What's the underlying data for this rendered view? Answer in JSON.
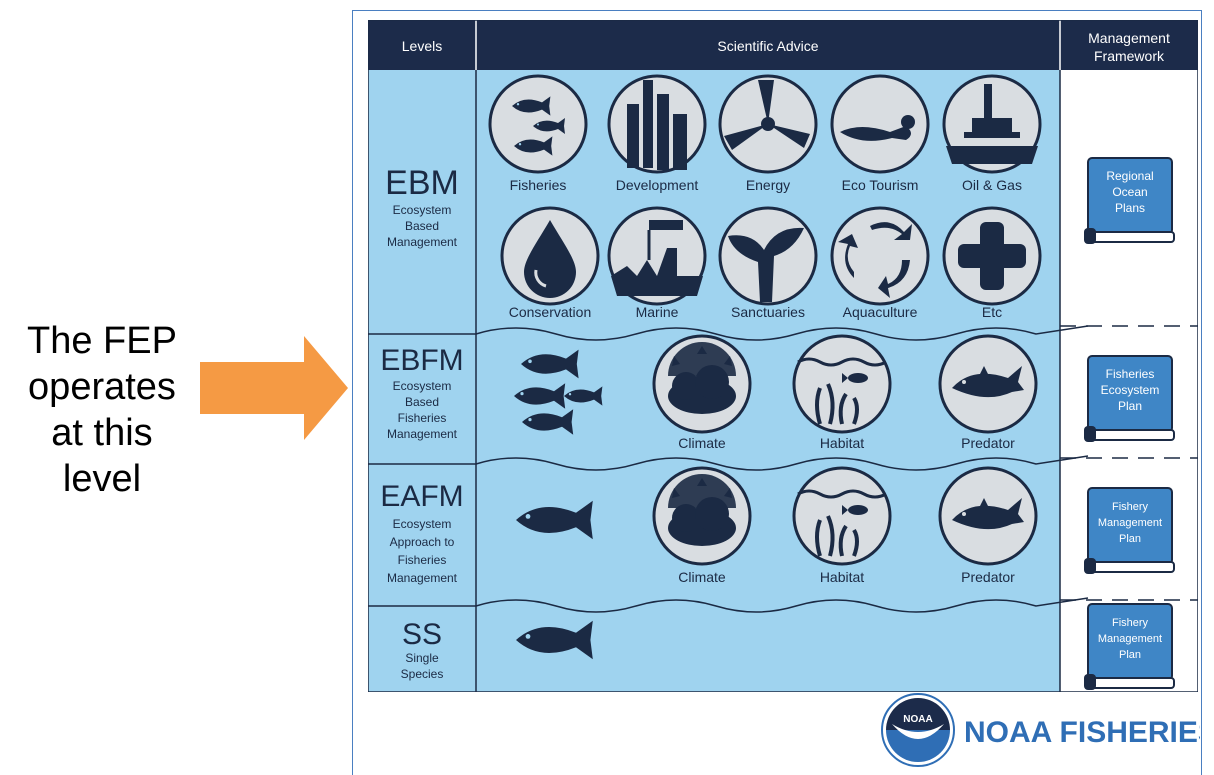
{
  "callout": {
    "line1": "The FEP",
    "line2": "operates",
    "line3": "at this",
    "line4": "level"
  },
  "header": {
    "levels": "Levels",
    "advice": "Scientific Advice",
    "mgmt_line1": "Management",
    "mgmt_line2": "Framework"
  },
  "levels": [
    {
      "abbr": "EBM",
      "desc": [
        "Ecosystem",
        "Based",
        "Management"
      ]
    },
    {
      "abbr": "EBFM",
      "desc": [
        "Ecosystem",
        "Based",
        "Fisheries",
        "Management"
      ]
    },
    {
      "abbr": "EAFM",
      "desc": [
        "Ecosystem",
        "Approach to",
        "Fisheries",
        "Management"
      ]
    },
    {
      "abbr": "SS",
      "desc": [
        "Single",
        "Species"
      ]
    }
  ],
  "ebm_icons": {
    "row1": [
      "Fisheries",
      "Development",
      "Energy",
      "Eco Tourism",
      "Oil & Gas"
    ],
    "row2": [
      "Conservation",
      "Marine",
      "Sanctuaries",
      "Aquaculture",
      "Etc"
    ]
  },
  "ecosystem_icons": [
    "Climate",
    "Habitat",
    "Predator"
  ],
  "plans": [
    [
      "Regional",
      "Ocean",
      "Plans"
    ],
    [
      "Fisheries",
      "Ecosystem",
      "Plan"
    ],
    [
      "Fishery",
      "Management",
      "Plan"
    ],
    [
      "Fishery",
      "Management",
      "Plan"
    ]
  ],
  "logo": {
    "text": "NOAA FISHERIES",
    "badge": "NOAA"
  },
  "colors": {
    "header_navy": "#1c2b4a",
    "band_blue": "#9fd3ef",
    "icon_fill": "#d9dde1",
    "icon_dark": "#1b2a44",
    "book_blue": "#3f86c6",
    "arrow_orange": "#f59a44",
    "noaa_blue": "#2f6eb5"
  }
}
